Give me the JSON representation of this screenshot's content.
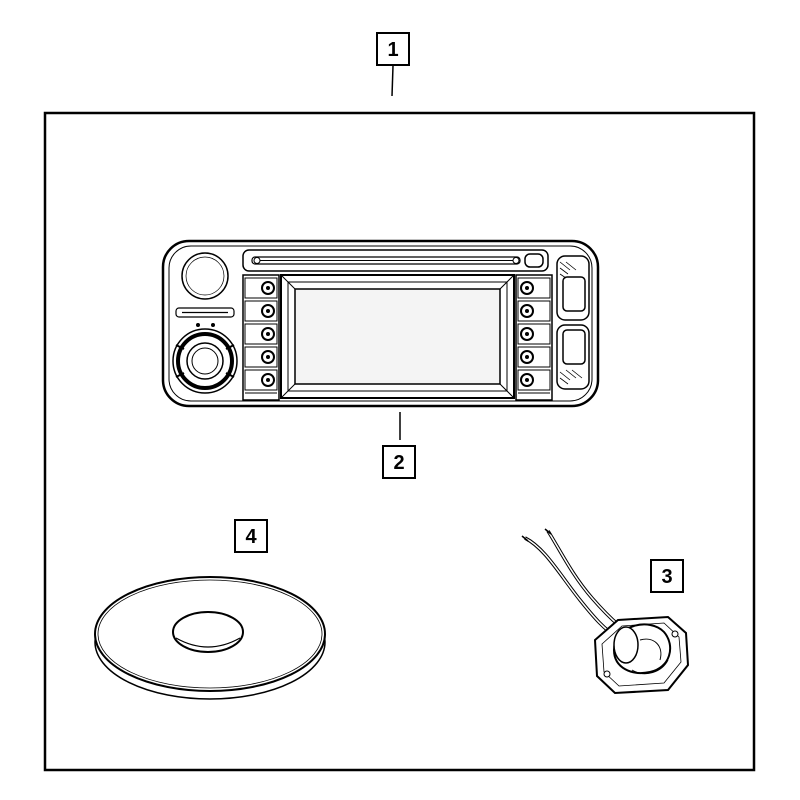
{
  "callouts": {
    "assembly": "1",
    "radio_unit": "2",
    "camera": "3",
    "disc": "4"
  },
  "colors": {
    "line": "#000000",
    "fill": "#ffffff",
    "screen_fill": "#f4f4f4",
    "shade": "#dcdcdc"
  }
}
